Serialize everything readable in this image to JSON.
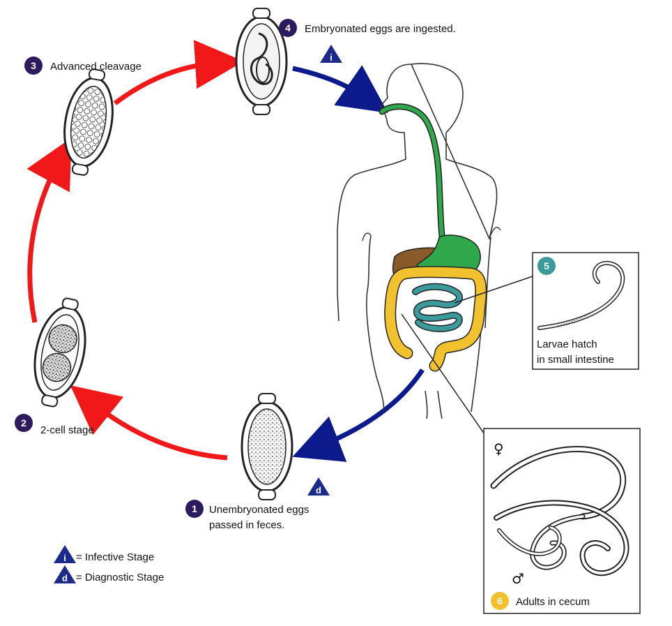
{
  "colors": {
    "step_badge": "#2e1a5e",
    "step5_badge": "#3a9a9c",
    "step6_badge": "#f2c12e",
    "stage_triangle": "#1c2a8c",
    "arrow_environment": "#f01818",
    "arrow_host": "#0c1a8c",
    "esophagus_stomach": "#2ea84a",
    "liver": "#8b5a2b",
    "small_intestine": "#3a9a9c",
    "large_intestine": "#f2c12e"
  },
  "steps": [
    {
      "number": "1",
      "label_line1": "Unembryonated eggs",
      "label_line2": "passed in feces."
    },
    {
      "number": "2",
      "label": "2-cell stage"
    },
    {
      "number": "3",
      "label": "Advanced cleavage"
    },
    {
      "number": "4",
      "label": "Embryonated eggs are ingested."
    },
    {
      "number": "5",
      "label_line1": "Larvae hatch",
      "label_line2": "in small intestine"
    },
    {
      "number": "6",
      "label": "Adults in cecum"
    }
  ],
  "stage_markers": {
    "infective": "i",
    "diagnostic": "d"
  },
  "legend": {
    "infective": {
      "symbol": "i",
      "text": "= Infective Stage"
    },
    "diagnostic": {
      "symbol": "d",
      "text": "= Diagnostic Stage"
    }
  },
  "sex_symbols": {
    "female": "♀",
    "male": "♂"
  }
}
